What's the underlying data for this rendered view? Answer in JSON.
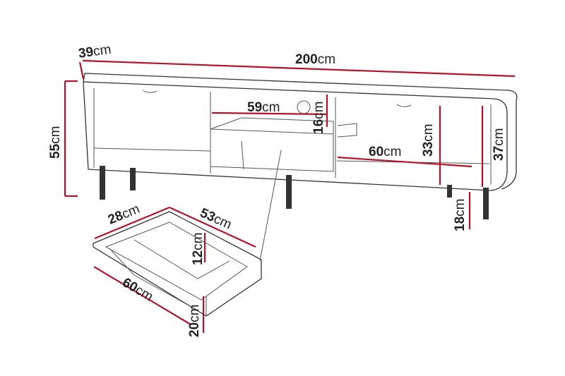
{
  "figure": {
    "colors": {
      "dimension_line": "#b3122b",
      "outline": "#333333",
      "text": "#222222"
    },
    "dimensions": {
      "depth_top": {
        "num": "39",
        "unit": "cm"
      },
      "width_total": {
        "num": "200",
        "unit": "cm"
      },
      "height_total": {
        "num": "55",
        "unit": "cm"
      },
      "shelf_width": {
        "num": "59",
        "unit": "cm"
      },
      "shelf_height": {
        "num": "16",
        "unit": "cm"
      },
      "right_width": {
        "num": "60",
        "unit": "cm"
      },
      "inner_height": {
        "num": "33",
        "unit": "cm"
      },
      "right_height": {
        "num": "37",
        "unit": "cm"
      },
      "leg_height": {
        "num": "18",
        "unit": "cm"
      },
      "drawer_depth": {
        "num": "28",
        "unit": "cm"
      },
      "drawer_length": {
        "num": "53",
        "unit": "cm"
      },
      "drawer_inner_height": {
        "num": "12",
        "unit": "cm"
      },
      "drawer_front_width": {
        "num": "60",
        "unit": "cm"
      },
      "drawer_front_height": {
        "num": "20",
        "unit": "cm"
      }
    }
  }
}
